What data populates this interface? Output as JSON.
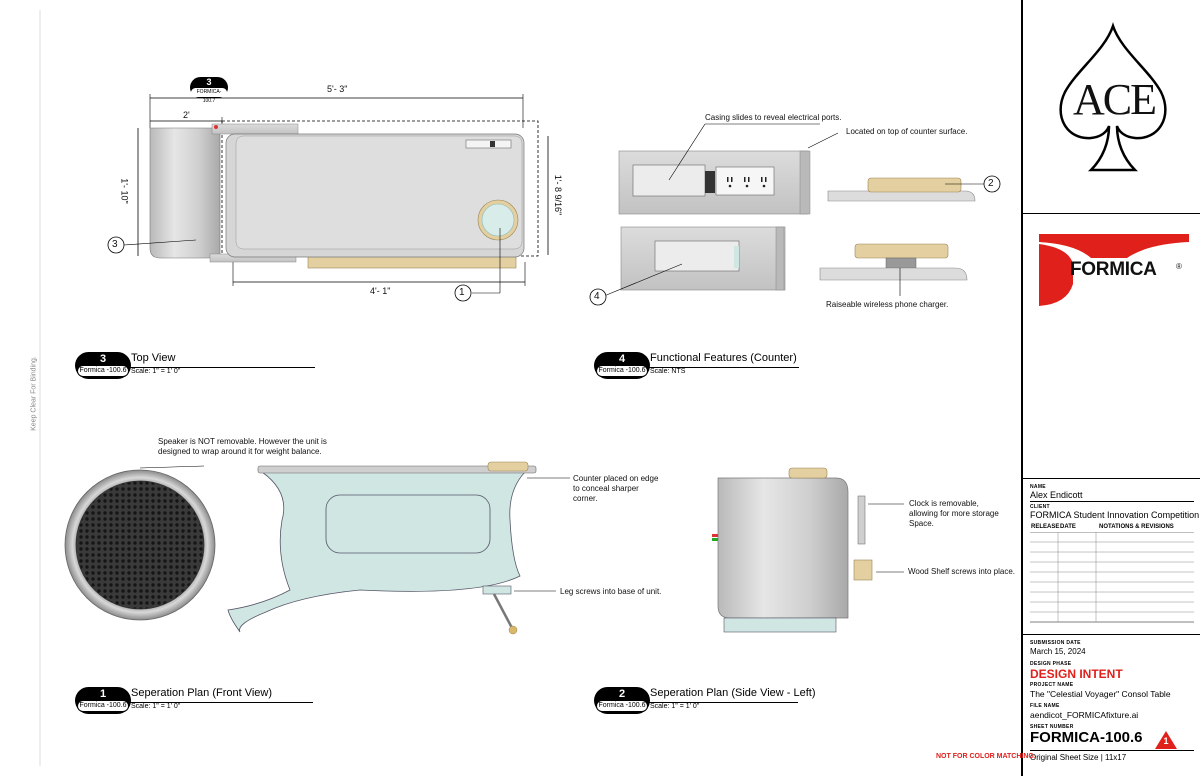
{
  "binding_note": "Keep Clear For Binding.",
  "views": {
    "top": {
      "number": "3",
      "ref": "Formica -100.6",
      "title": "Top View",
      "scale": "Scale: 1\" = 1' 0\""
    },
    "functional": {
      "number": "4",
      "ref": "Formica -100.6",
      "title": "Functional Features (Counter)",
      "scale": "Scale: NTS"
    },
    "front": {
      "number": "1",
      "ref": "Formica -100.6",
      "title": "Seperation Plan (Front View)",
      "scale": "Scale: 1\" = 1' 0\""
    },
    "side": {
      "number": "2",
      "ref": "Formica -100.6",
      "title": "Seperation Plan (Side View - Left)",
      "scale": "Scale: 1\" = 1' 0\""
    }
  },
  "top_view": {
    "callout_number": "3",
    "callout_ref": "FORMICA-100.7",
    "dim_overall": "5'- 3\"",
    "dim_left": "2'",
    "dim_height_left": "1'- 10\"",
    "dim_height_right": "1'- 8 9/16\"",
    "dim_bottom": "4'- 1\"",
    "markers": [
      "3",
      "1"
    ]
  },
  "functional_view": {
    "note_casing": "Casing slides to reveal electrical ports.",
    "note_top": "Located on top of counter surface.",
    "note_charger": "Raiseable wireless phone charger.",
    "markers": [
      "2",
      "4"
    ]
  },
  "front_view": {
    "note_speaker": "Speaker is NOT removable.  However the unit is designed to wrap around it for weight balance.",
    "note_counter": "Counter placed on edge to conceal sharper corner.",
    "note_leg": "Leg screws into base of unit."
  },
  "side_view": {
    "note_clock": "Clock is removable, allowing for more storage Space.",
    "note_shelf": "Wood Shelf screws into place."
  },
  "title_block": {
    "logo_text": "ACE",
    "brand": "FORMICA",
    "brand_mark": "®",
    "name_label": "NAME",
    "name": "Alex Endicott",
    "client_label": "CLIENT",
    "client": "FORMICA Student Innovation Competition",
    "col_release": "RELEASE",
    "col_date": "DATE",
    "col_notes": "NOTATIONS & REVISIONS",
    "submission_label": "SUBMISSION DATE",
    "submission_date": "March 15, 2024",
    "phase_label": "DESIGN PHASE",
    "phase": "DESIGN INTENT",
    "project_label": "PROJECT NAME",
    "project": "The \"Celestial Voyager\" Consol Table",
    "file_label": "FILE NAME",
    "file": "aendicot_FORMICAfixture.ai",
    "sheet_label": "SHEET NUMBER",
    "sheet": "FORMICA-100.6",
    "sheet_badge": "1",
    "sheet_size": "Original Sheet Size | 11x17",
    "disclaimer": "NOT FOR COLOR MATCHING."
  },
  "colors": {
    "brand_red": "#e0201b",
    "counter_blue": "#cfe6e3",
    "wood": "#e3cf9f",
    "metal": "#c8c8c8"
  }
}
